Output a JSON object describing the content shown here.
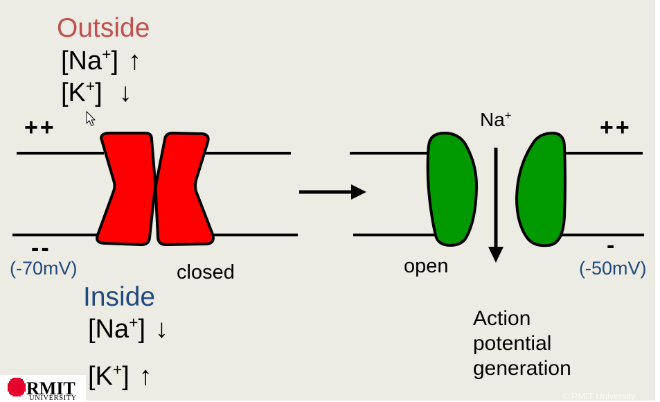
{
  "slide": {
    "outside": {
      "title": "Outside",
      "na": {
        "pre": "[Na",
        "charge": "+",
        "post": "]",
        "arrow": "↑"
      },
      "k": {
        "pre": "[K",
        "charge": "+",
        "post": "]",
        "arrow": "↓"
      }
    },
    "inside": {
      "title": "Inside",
      "na": {
        "pre": "[Na",
        "charge": "+",
        "post": "]",
        "arrow": "↓"
      },
      "k": {
        "pre": "[K",
        "charge": "+",
        "post": "]",
        "arrow": "↑"
      }
    },
    "closed_state": {
      "top_charge": "++",
      "bottom_charge": "--",
      "potential": "(-70mV)",
      "label": "closed"
    },
    "open_state": {
      "top_charge": "++",
      "bottom_charge": "-",
      "potential": "(-50mV)",
      "label": "open",
      "flow_ion": "Na",
      "flow_charge": "+"
    },
    "caption": [
      "Action",
      "potential",
      "generation"
    ]
  },
  "footer": {
    "logo_name": "RMIT",
    "logo_subtitle": "UNIVERSITY",
    "copyright": "© RMIT University"
  },
  "colors": {
    "background": "#edece4",
    "outside": "#c0504d",
    "inside": "#1f497d",
    "potential": "#1f497d",
    "closed_channel": "#ff0000",
    "open_channel": "#009900",
    "logo": "#e4002b"
  },
  "icons": {
    "pointer": "mouse-pointer-icon",
    "transition": "right-arrow-icon",
    "influx": "down-arrow-icon"
  }
}
